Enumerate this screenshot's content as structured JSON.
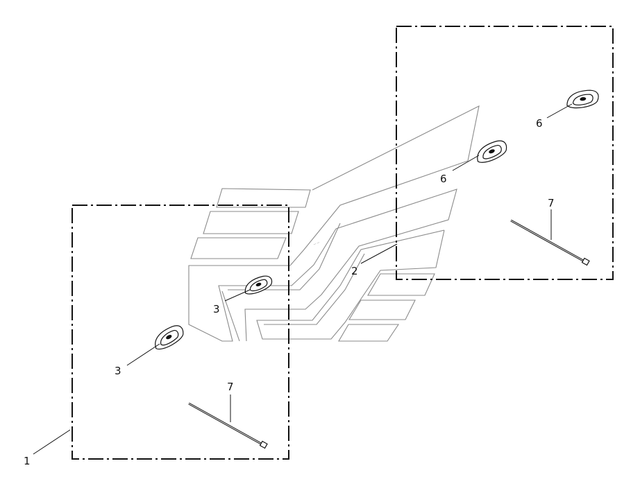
{
  "diagram": {
    "callouts": [
      {
        "id": "c1",
        "label": "1"
      },
      {
        "id": "c2",
        "label": "2"
      },
      {
        "id": "c3a",
        "label": "3"
      },
      {
        "id": "c3b",
        "label": "3"
      },
      {
        "id": "c6a",
        "label": "6"
      },
      {
        "id": "c6b",
        "label": "6"
      },
      {
        "id": "c7a",
        "label": "7"
      },
      {
        "id": "c7b",
        "label": "7"
      }
    ],
    "decal_fine_print": "— —"
  }
}
